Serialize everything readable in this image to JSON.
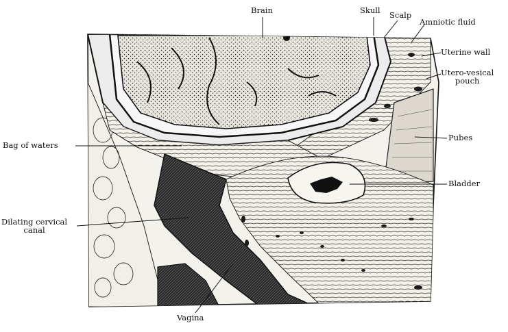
{
  "figure": {
    "labels": {
      "brain": "Brain",
      "skull": "Skull",
      "scalp": "Scalp",
      "amniotic_fluid": "Amniotic fluid",
      "uterine_wall": "Uterine wall",
      "utero_vesical_pouch": "Utero-vesical\npouch",
      "bag_of_waters": "Bag of waters",
      "pubes": "Pubes",
      "bladder": "Bladder",
      "dilating_cervical_canal": "Dilating cervical\ncanal",
      "vagina": "Vagina"
    }
  }
}
